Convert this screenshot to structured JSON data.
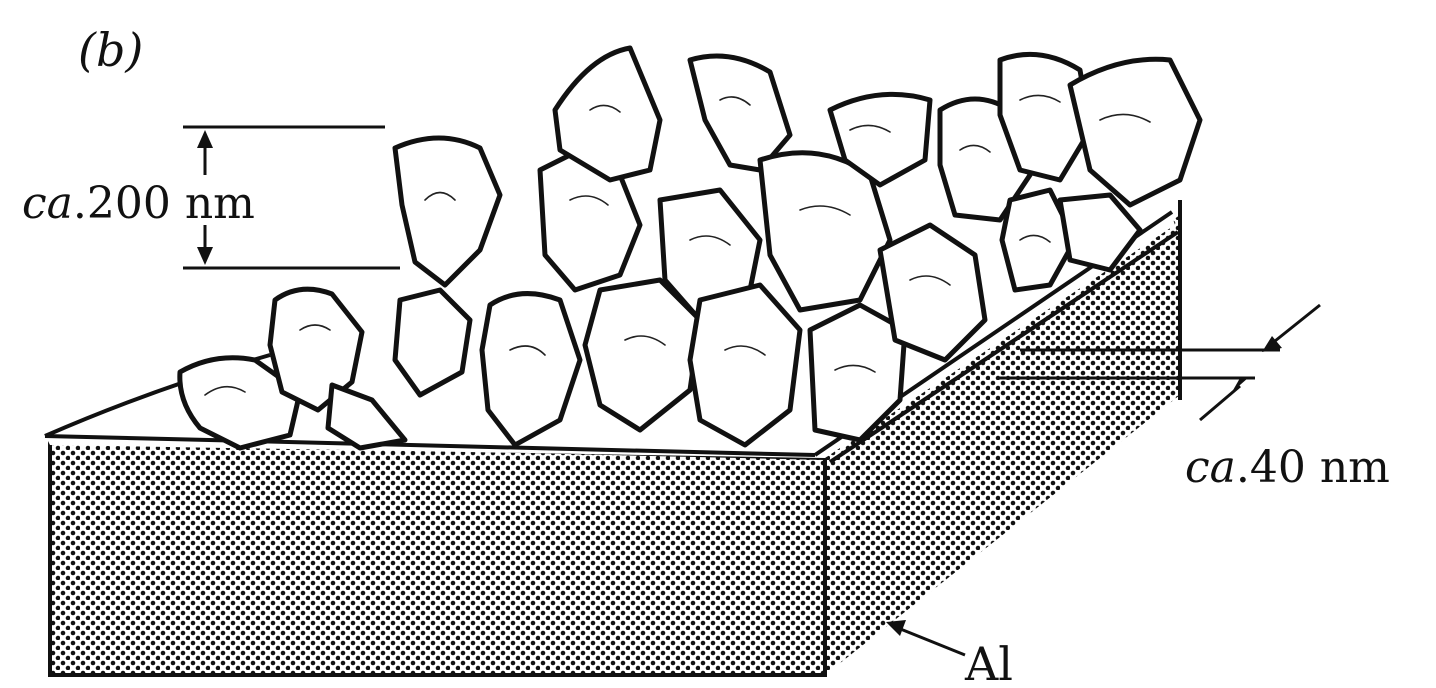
{
  "panel_label": "(b)",
  "dimension_top": {
    "prefix": "ca",
    "value": ".200 nm"
  },
  "dimension_side": {
    "prefix": "ca",
    "value": ".40 nm"
  },
  "substrate_label": "Al",
  "colors": {
    "ink": "#111111",
    "paper": "#ffffff"
  }
}
